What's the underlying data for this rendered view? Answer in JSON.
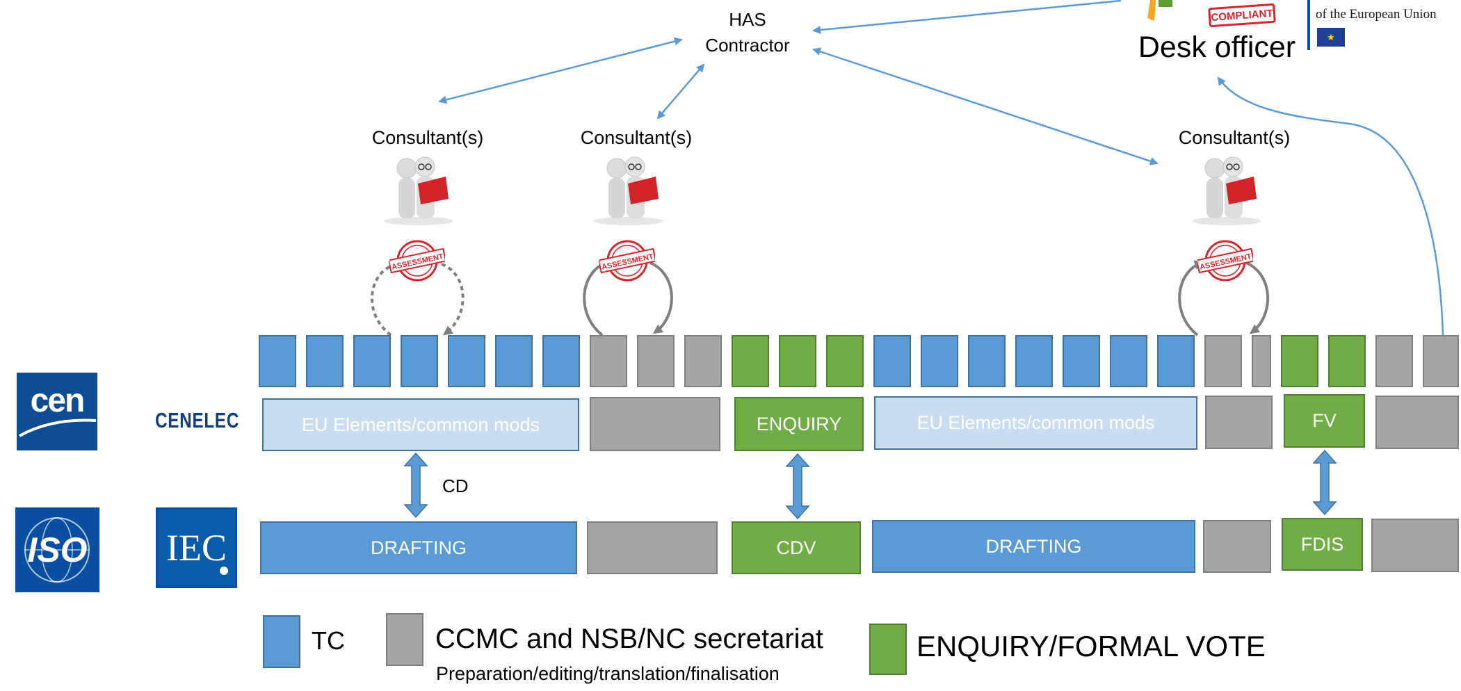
{
  "header": {
    "has_line1": "HAS",
    "has_line2": "Contractor",
    "desk_officer": "Desk officer",
    "compliant_stamp": "COMPLIANT",
    "eu_text": "of the European Union"
  },
  "consultants": [
    {
      "label": "Consultant(s)",
      "stamp": "ASSESSMENT"
    },
    {
      "label": "Consultant(s)",
      "stamp": "ASSESSMENT"
    },
    {
      "label": "Consultant(s)",
      "stamp": "ASSESSMENT"
    }
  ],
  "stage_bars": {
    "cen_row": [
      {
        "label": "EU Elements/common mods",
        "kind": "light-blue"
      },
      {
        "label": "",
        "kind": "gray"
      },
      {
        "label": "ENQUIRY",
        "kind": "green"
      },
      {
        "label": "EU Elements/common mods",
        "kind": "light-blue"
      },
      {
        "label": "",
        "kind": "gray"
      },
      {
        "label": "FV",
        "kind": "green"
      },
      {
        "label": "",
        "kind": "gray"
      }
    ],
    "iso_row": [
      {
        "label": "DRAFTING",
        "kind": "blue"
      },
      {
        "label": "",
        "kind": "gray"
      },
      {
        "label": "CDV",
        "kind": "green"
      },
      {
        "label": "DRAFTING",
        "kind": "blue"
      },
      {
        "label": "",
        "kind": "gray"
      },
      {
        "label": "FDIS",
        "kind": "green"
      },
      {
        "label": "",
        "kind": "gray"
      }
    ],
    "cd_label": "CD"
  },
  "steps": [
    "blue",
    "blue",
    "blue",
    "blue",
    "blue",
    "blue",
    "blue",
    "gray",
    "gray",
    "gray",
    "green",
    "green",
    "green",
    "blue",
    "blue",
    "blue",
    "blue",
    "blue",
    "blue",
    "blue",
    "gray",
    "gray",
    "green",
    "green",
    "gray",
    "gray"
  ],
  "orgs": {
    "cen": "cen",
    "cenelec": "CENELEC",
    "iso": "ISO",
    "iec": "IEC"
  },
  "legend": {
    "tc": "TC",
    "secretariat": "CCMC and NSB/NC secretariat",
    "secretariat_sub": "Preparation/editing/translation/finalisation",
    "enquiry": "ENQUIRY/FORMAL VOTE"
  },
  "colors": {
    "tc_blue": "#5b9bd5",
    "secretariat_gray": "#a5a5a5",
    "vote_green": "#70ad47",
    "eu_light_blue": "#c8ddf1",
    "arrow_blue": "#5b9bd5",
    "stamp_red": "#d6262d"
  }
}
